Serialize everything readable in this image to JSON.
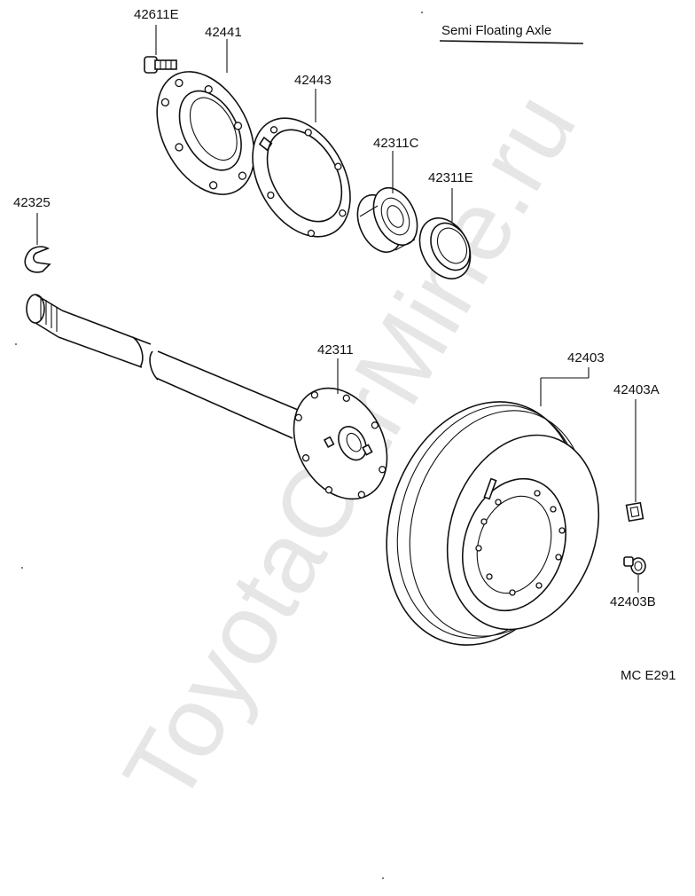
{
  "title": "Semi Floating Axle",
  "watermark": "ToyotaCarMine.ru",
  "diagram_code": "MC  E291",
  "parts": {
    "p42611E": "42611E",
    "p42441": "42441",
    "p42443": "42443",
    "p42311C": "42311C",
    "p42311E": "42311E",
    "p42325": "42325",
    "p42311": "42311",
    "p42403": "42403",
    "p42403A": "42403A",
    "p42403B": "42403B"
  }
}
